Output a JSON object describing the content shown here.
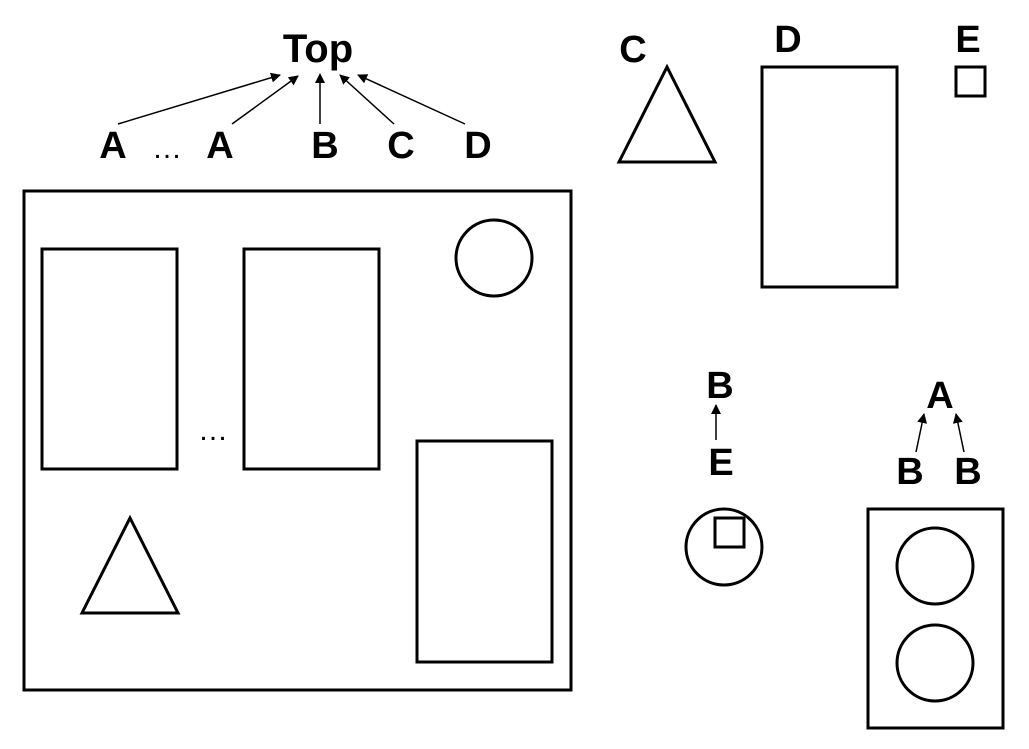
{
  "colors": {
    "stroke": "#000000",
    "background": "#ffffff"
  },
  "hierarchy": {
    "root": "Top",
    "children": [
      "A",
      "…",
      "A",
      "B",
      "C",
      "D"
    ]
  },
  "labels": {
    "top": "Top",
    "a_first": "A",
    "ellipsis": "…",
    "a_last": "A",
    "b": "B",
    "c": "C",
    "d": "D",
    "part_c": "C",
    "part_d": "D",
    "part_e": "E",
    "b_parent": "B",
    "e_child": "E",
    "a_parent": "A",
    "b_left": "B",
    "b_right": "B",
    "container_ellipsis": "…"
  },
  "parts": [
    {
      "label": "C",
      "shape": "triangle"
    },
    {
      "label": "D",
      "shape": "rectangle"
    },
    {
      "label": "E",
      "shape": "small-square"
    }
  ],
  "compositions": [
    {
      "parent": "B",
      "children": [
        "E"
      ],
      "shape": "circle containing small square"
    },
    {
      "parent": "A",
      "children": [
        "B",
        "B"
      ],
      "shape": "rectangle containing two circles"
    }
  ]
}
